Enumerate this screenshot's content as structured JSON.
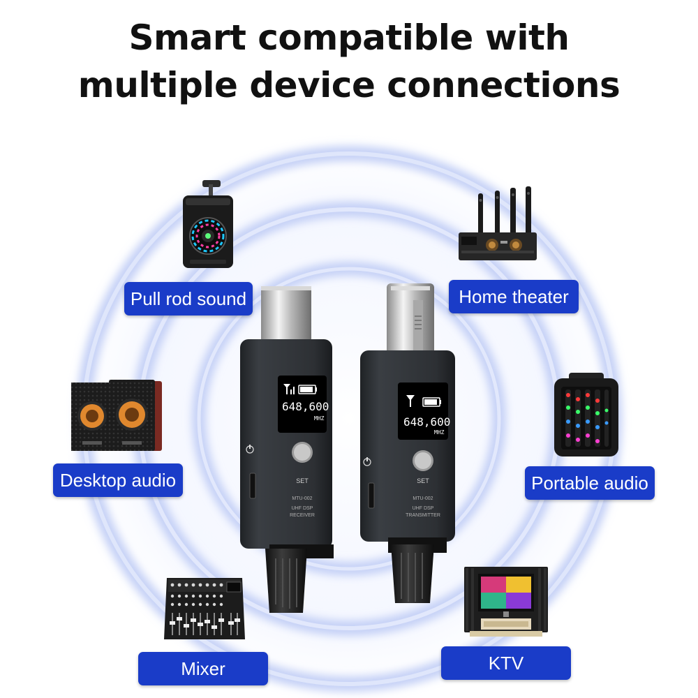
{
  "headline": {
    "line1": "Smart compatible with",
    "line2": "multiple device connections"
  },
  "labels": {
    "pull_rod_sound": "Pull rod sound",
    "home_theater": "Home theater",
    "desktop_audio": "Desktop audio",
    "portable_audio": "Portable audio",
    "mixer": "Mixer",
    "ktv": "KTV"
  },
  "receiver": {
    "frequency": "648,600",
    "unit": "MHZ",
    "button": "SET",
    "model": "MTU-002",
    "type_line1": "UHF DSP",
    "type_line2": "RECEIVER"
  },
  "transmitter": {
    "frequency": "648,600",
    "unit": "MHZ",
    "button": "SET",
    "model": "MTU-002",
    "type_line1": "UHF DSP",
    "type_line2": "TRANSMITTER"
  },
  "colors": {
    "label_blue": "#1a3cc8",
    "ring_blue": "#c9d4f7",
    "module_dark": "#2f3337"
  },
  "icons": {
    "pull_rod": "trolley-speaker-icon",
    "home_theater": "home-theater-system-icon",
    "desktop": "desktop-speakers-icon",
    "portable": "portable-led-speaker-icon",
    "mixer": "mixer-console-icon",
    "ktv": "ktv-screen-icon"
  }
}
